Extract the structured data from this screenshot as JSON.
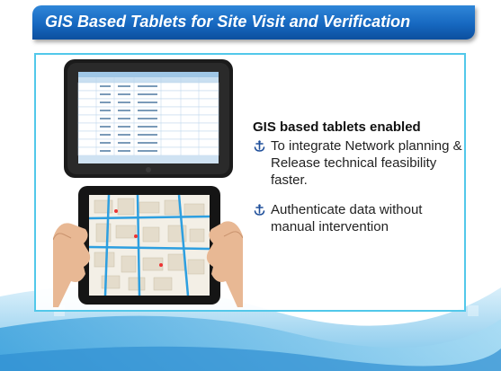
{
  "slide": {
    "title": "GIS Based Tablets for Site Visit and Verification",
    "heading": "GIS based tablets enabled",
    "bullets": [
      "To integrate Network planning & Release technical feasibility faster.",
      "Authenticate data without manual intervention"
    ]
  },
  "colors": {
    "banner": "#1668c0",
    "frame_border": "#52c8ea",
    "wave": "#6ec6ee"
  },
  "icons": {
    "bullet": "anchor-bullet-icon",
    "top_image": "tablet-table-screen-image",
    "bottom_image": "tablet-map-in-hands-image"
  }
}
